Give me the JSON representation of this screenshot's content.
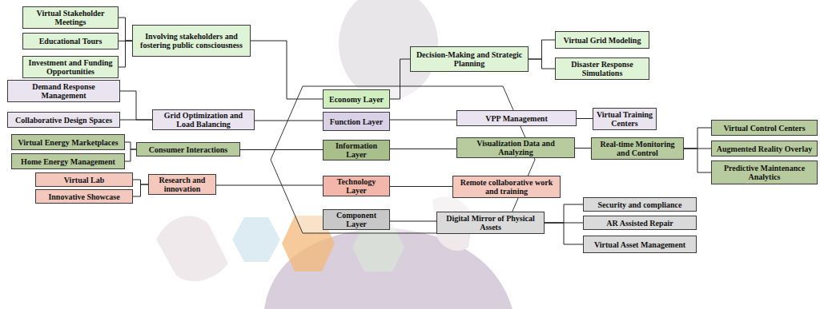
{
  "diagram": {
    "nodes": [
      {
        "text": [
          "Virtual Stakeholder Meetings"
        ]
      },
      {
        "text": [
          "Educational Tours"
        ]
      },
      {
        "text": [
          "Investment and Funding Opportunities"
        ]
      },
      {
        "text": [
          "Involving stakeholders and fostering public consciousness"
        ]
      },
      {
        "text": [
          "Decision-Making and Strategic Planning"
        ]
      },
      {
        "text": [
          "Virtual Grid Modeling"
        ]
      },
      {
        "text": [
          "Disaster Response Simulations"
        ]
      },
      {
        "text": [
          "Economy Layer"
        ]
      },
      {
        "text": [
          "Demand Response Management"
        ]
      },
      {
        "text": [
          "Collaborative Design Spaces"
        ]
      },
      {
        "text": [
          "Grid Optimization and Load Balancing"
        ]
      },
      {
        "text": [
          "Function Layer"
        ]
      },
      {
        "text": [
          "VPP Management"
        ]
      },
      {
        "text": [
          "Virtual Training Centers"
        ]
      },
      {
        "text": [
          "Virtual Control Centers"
        ]
      },
      {
        "text": [
          "Virtual Energy Marketplaces"
        ]
      },
      {
        "text": [
          "Home Energy Management"
        ]
      },
      {
        "text": [
          "Consumer Interactions"
        ]
      },
      {
        "text": [
          "Information Layer"
        ]
      },
      {
        "text": [
          "Visualization Data and Analyzing"
        ]
      },
      {
        "text": [
          "Real-time Monitoring and Control"
        ]
      },
      {
        "text": [
          "Augmented Reality Overlay"
        ]
      },
      {
        "text": [
          "Predictive Maintenance Analytics"
        ]
      },
      {
        "text": [
          "Virtual Lab"
        ]
      },
      {
        "text": [
          "Innovative Showcase"
        ]
      },
      {
        "text": [
          "Research and innovation"
        ]
      },
      {
        "text": [
          "Technology Layer"
        ]
      },
      {
        "text": [
          "Remote collaborative work and training"
        ]
      },
      {
        "text": [
          "Digital Mirror of Physical Assets"
        ]
      },
      {
        "text": [
          "Security and compliance"
        ]
      },
      {
        "text": [
          "Component Layer"
        ]
      },
      {
        "text": [
          "AR Assisted Repair"
        ]
      },
      {
        "text": [
          "Virtual Asset Management"
        ]
      }
    ],
    "edges": [
      {
        "from": 3,
        "to": 0,
        "arrow": "none"
      },
      {
        "from": 3,
        "to": 1,
        "arrow": "none"
      },
      {
        "from": 3,
        "to": 2,
        "arrow": "none"
      },
      {
        "from": 7,
        "to": 3,
        "arrow": "none"
      },
      {
        "from": 7,
        "to": 4,
        "arrow": "none"
      },
      {
        "from": 4,
        "to": 5,
        "arrow": "none"
      },
      {
        "from": 4,
        "to": 6,
        "arrow": "none"
      },
      {
        "from": 11,
        "to": 10,
        "arrow": "none"
      },
      {
        "from": 10,
        "to": 8,
        "arrow": "none"
      },
      {
        "from": 10,
        "to": 9,
        "arrow": "none"
      },
      {
        "from": 11,
        "to": 12,
        "arrow": "none"
      },
      {
        "from": 12,
        "to": 13,
        "arrow": "none"
      },
      {
        "from": 18,
        "to": 17,
        "arrow": "none"
      },
      {
        "from": 17,
        "to": 15,
        "arrow": "none"
      },
      {
        "from": 17,
        "to": 16,
        "arrow": "none"
      },
      {
        "from": 18,
        "to": 19,
        "arrow": "none"
      },
      {
        "from": 19,
        "to": 20,
        "arrow": "none"
      },
      {
        "from": 20,
        "to": 14,
        "arrow": "none"
      },
      {
        "from": 20,
        "to": 21,
        "arrow": "none"
      },
      {
        "from": 20,
        "to": 22,
        "arrow": "none"
      },
      {
        "from": 26,
        "to": 25,
        "arrow": "none"
      },
      {
        "from": 25,
        "to": 23,
        "arrow": "none"
      },
      {
        "from": 25,
        "to": 24,
        "arrow": "none"
      },
      {
        "from": 26,
        "to": 27,
        "arrow": "none"
      },
      {
        "from": 30,
        "to": 28,
        "arrow": "none"
      },
      {
        "from": 28,
        "to": 29,
        "arrow": "none"
      },
      {
        "from": 28,
        "to": 31,
        "arrow": "none"
      },
      {
        "from": 28,
        "to": 32,
        "arrow": "none"
      }
    ]
  }
}
